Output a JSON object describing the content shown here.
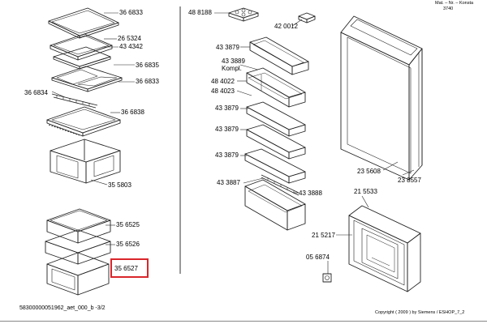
{
  "header": {
    "mat_line": "Mat. – Nr. – Konsta",
    "mat_number": "3740"
  },
  "parts": {
    "p366833_top": "36 6833",
    "p265324": "26 5324",
    "p434342": "43 4342",
    "p366835": "36 6835",
    "p366833_mid": "36 6833",
    "p366834": "36 6834",
    "p366838": "36 6838",
    "p355803": "35 5803",
    "p356525": "35 6525",
    "p356526": "35 6526",
    "p356527": "35 6527",
    "p488188": "48 8188",
    "p420012": "42 0012",
    "p433879_a": "43 3879",
    "p433889": "43 3889",
    "p433889_sub": "Kompl.",
    "p484022": "48 4022",
    "p484023": "48 4023",
    "p433879_b": "43 3879",
    "p433879_c": "43 3879",
    "p433879_d": "43 3879",
    "p433887": "43 3887",
    "p433888": "43 3888",
    "p235608": "23 5608",
    "p238557": "23 8557",
    "p215533": "21 5533",
    "p215217": "21 5217",
    "p056874": "05 6874"
  },
  "highlight": {
    "color": "#d9262b"
  },
  "footer": {
    "doc_id": "58300000051962_aet_000_b -3/2",
    "copyright": "Copyright ( 2009 ) by Siemens  / ESHOP_7_2"
  }
}
